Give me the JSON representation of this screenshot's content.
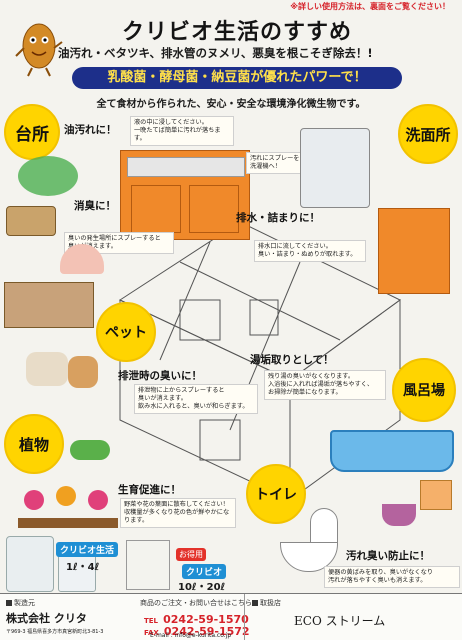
{
  "header": {
    "notice": "※詳しい使用方法は、裏面をご覧ください！",
    "title": "クリビオ生活のすすめ",
    "subtitle": "油汚れ・ベタツキ、排水管のヌメリ、悪臭を根こそぎ除去！!",
    "banner": "乳酸菌・酵母菌・納豆菌が優れたパワーで！",
    "tagline": "全て食材から作られた、安心・安全な環境浄化微生物です。"
  },
  "sections": {
    "kitchen": {
      "label": "台所",
      "callout1": "油汚れに！",
      "note1": [
        "液の中に浸してください。",
        "一晩たてば簡単に汚れが落ちます。"
      ],
      "callout2": "消臭に！",
      "note2": [
        "臭いの発生場所にスプレーすると",
        "臭いが消えます。"
      ]
    },
    "washroom": {
      "label": "洗面所",
      "note1": [
        "汚れにスプレーを",
        "洗濯機へ！"
      ],
      "callout1": "排水・詰まりに！",
      "note2": [
        "排水口に流してください。",
        "臭い・詰まり・ぬめりが取れます。"
      ]
    },
    "pet": {
      "label": "ペット",
      "callout": "排泄時の臭いに！",
      "note": [
        "排泄物に上からスプレーすると",
        "臭いが消えます。",
        "飲み水に入れると、臭いが和らぎます。"
      ]
    },
    "bath": {
      "label": "風呂場",
      "callout": "湯垢取りとして！",
      "note": [
        "残り湯の臭いがなくなります。",
        "入浴後に入れれば湯垢が落ちやすく、",
        "お掃除が簡単になります。"
      ]
    },
    "plants": {
      "label": "植物",
      "callout": "生育促進に！",
      "note": [
        "野菜や花の葉面に散布してください！",
        "収穫量が多くなり花の色が鮮やかになります。"
      ]
    },
    "toilet": {
      "label": "トイレ",
      "callout": "汚れ臭い防止に！",
      "note": [
        "便器の黄ばみを取り、臭いがなくなり",
        "汚れが落ちやすく臭いも消えます。"
      ]
    }
  },
  "products": {
    "item1_name": "クリビオ生活",
    "item1_sizes": "1ℓ・4ℓ",
    "item2_badge": "お得用",
    "item2_name": "クリビオ",
    "item2_sizes": "10ℓ・20ℓ"
  },
  "footer": {
    "maker_label": "製造元",
    "maker_name": "株式会社 クリタ",
    "maker_address": "〒969-3 福島県喜多方市真宮新町北3-81-3",
    "order_label": "商品のご注文・お問い合せはこちら",
    "tel_label": "TEL",
    "tel": "0242-59-1570",
    "fax_label": "FAX",
    "fax": "0242-59-1572",
    "email": "E-mail : info@e-kurita.co.jp",
    "shop_label": "取扱店",
    "shop_name": "ECO ストリーム"
  }
}
